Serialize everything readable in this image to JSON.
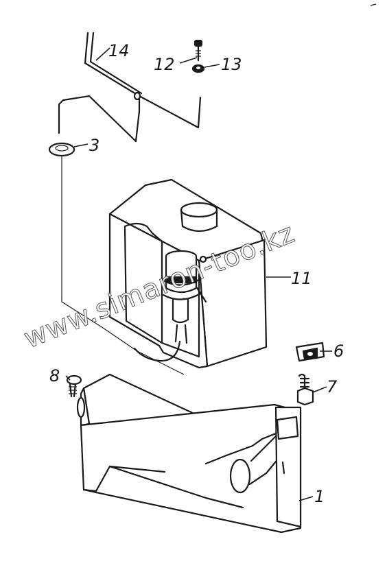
{
  "watermark": "www.simaron-too.kz",
  "parts": [
    {
      "id": "p1",
      "label": "1"
    },
    {
      "id": "p3",
      "label": "3"
    },
    {
      "id": "p6",
      "label": "6"
    },
    {
      "id": "p7",
      "label": "7"
    },
    {
      "id": "p8",
      "label": "8"
    },
    {
      "id": "p11",
      "label": "11"
    },
    {
      "id": "p12",
      "label": "12"
    },
    {
      "id": "p13",
      "label": "13"
    },
    {
      "id": "p14",
      "label": "14"
    }
  ],
  "colors": {
    "ink": "#1a1a1a",
    "paper": "#ffffff"
  }
}
